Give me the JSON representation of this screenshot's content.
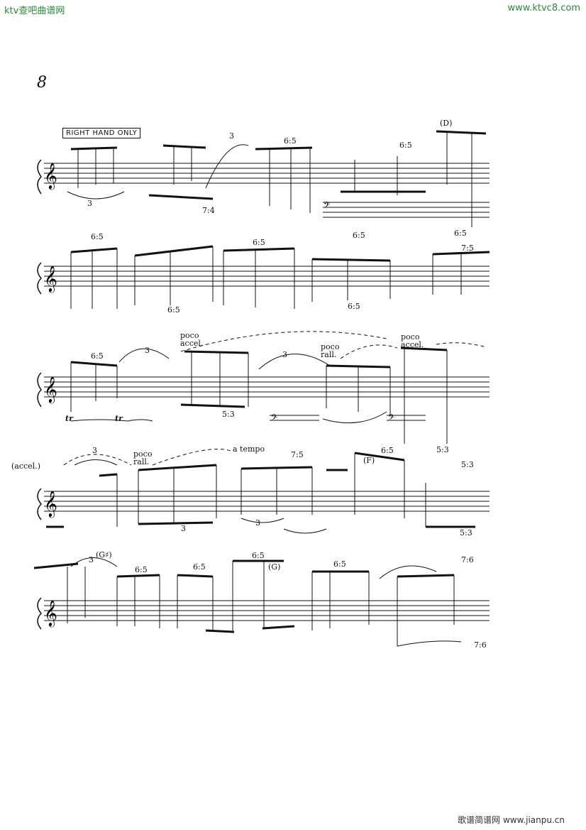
{
  "watermarks": {
    "top_left": "ktv查吧曲谱网",
    "top_right": "www.ktvc8.com",
    "bottom_right": "歌谱简谱网 www.jianpu.cn"
  },
  "page": {
    "number": "8"
  },
  "systems": [
    {
      "id": "system-1",
      "texts": {
        "instruction": "RIGHT HAND ONLY",
        "triplet_a": "3",
        "ratio_a": "6:5",
        "triplet_b": "3",
        "ratio_b": "7:4",
        "ratio_c": "6:5",
        "ratio_d": "6:5",
        "ratio_e": "6:5",
        "letter": "(D)"
      }
    },
    {
      "id": "system-2",
      "texts": {
        "ratio_a": "6:5",
        "ratio_b": "6:5",
        "ratio_c": "6:5",
        "ratio_d": "6:5",
        "ratio_e": "7:5"
      }
    },
    {
      "id": "system-3",
      "texts": {
        "ratio_a": "6:5",
        "triplet_a": "3",
        "accel": "poco accel.",
        "triplet_b": "3",
        "rall": "poco rall.",
        "accel2": "poco accel.",
        "ratio_b": "5:3",
        "ratio_c": "5:3",
        "trill_a": "tr",
        "trill_b": "tr"
      }
    },
    {
      "id": "system-4",
      "texts": {
        "accel": "(accel.)",
        "triplet_a": "3",
        "rall": "poco rall.",
        "tempo": "a tempo",
        "ratio_a": "7:5",
        "ratio_b": "6:5",
        "ratio_c": "5:3",
        "ratio_d": "5:3",
        "triplet_b": "3",
        "triplet_c": "3",
        "letter": "(F)"
      }
    },
    {
      "id": "system-5",
      "texts": {
        "letter_a": "(G♯)",
        "ratio_a": "6:5",
        "ratio_b": "6:5",
        "ratio_c": "6:5",
        "letter_b": "(G)",
        "ratio_d": "6:5",
        "ratio_e": "7:6",
        "ratio_f": "7:6",
        "triplet": "3"
      }
    }
  ]
}
